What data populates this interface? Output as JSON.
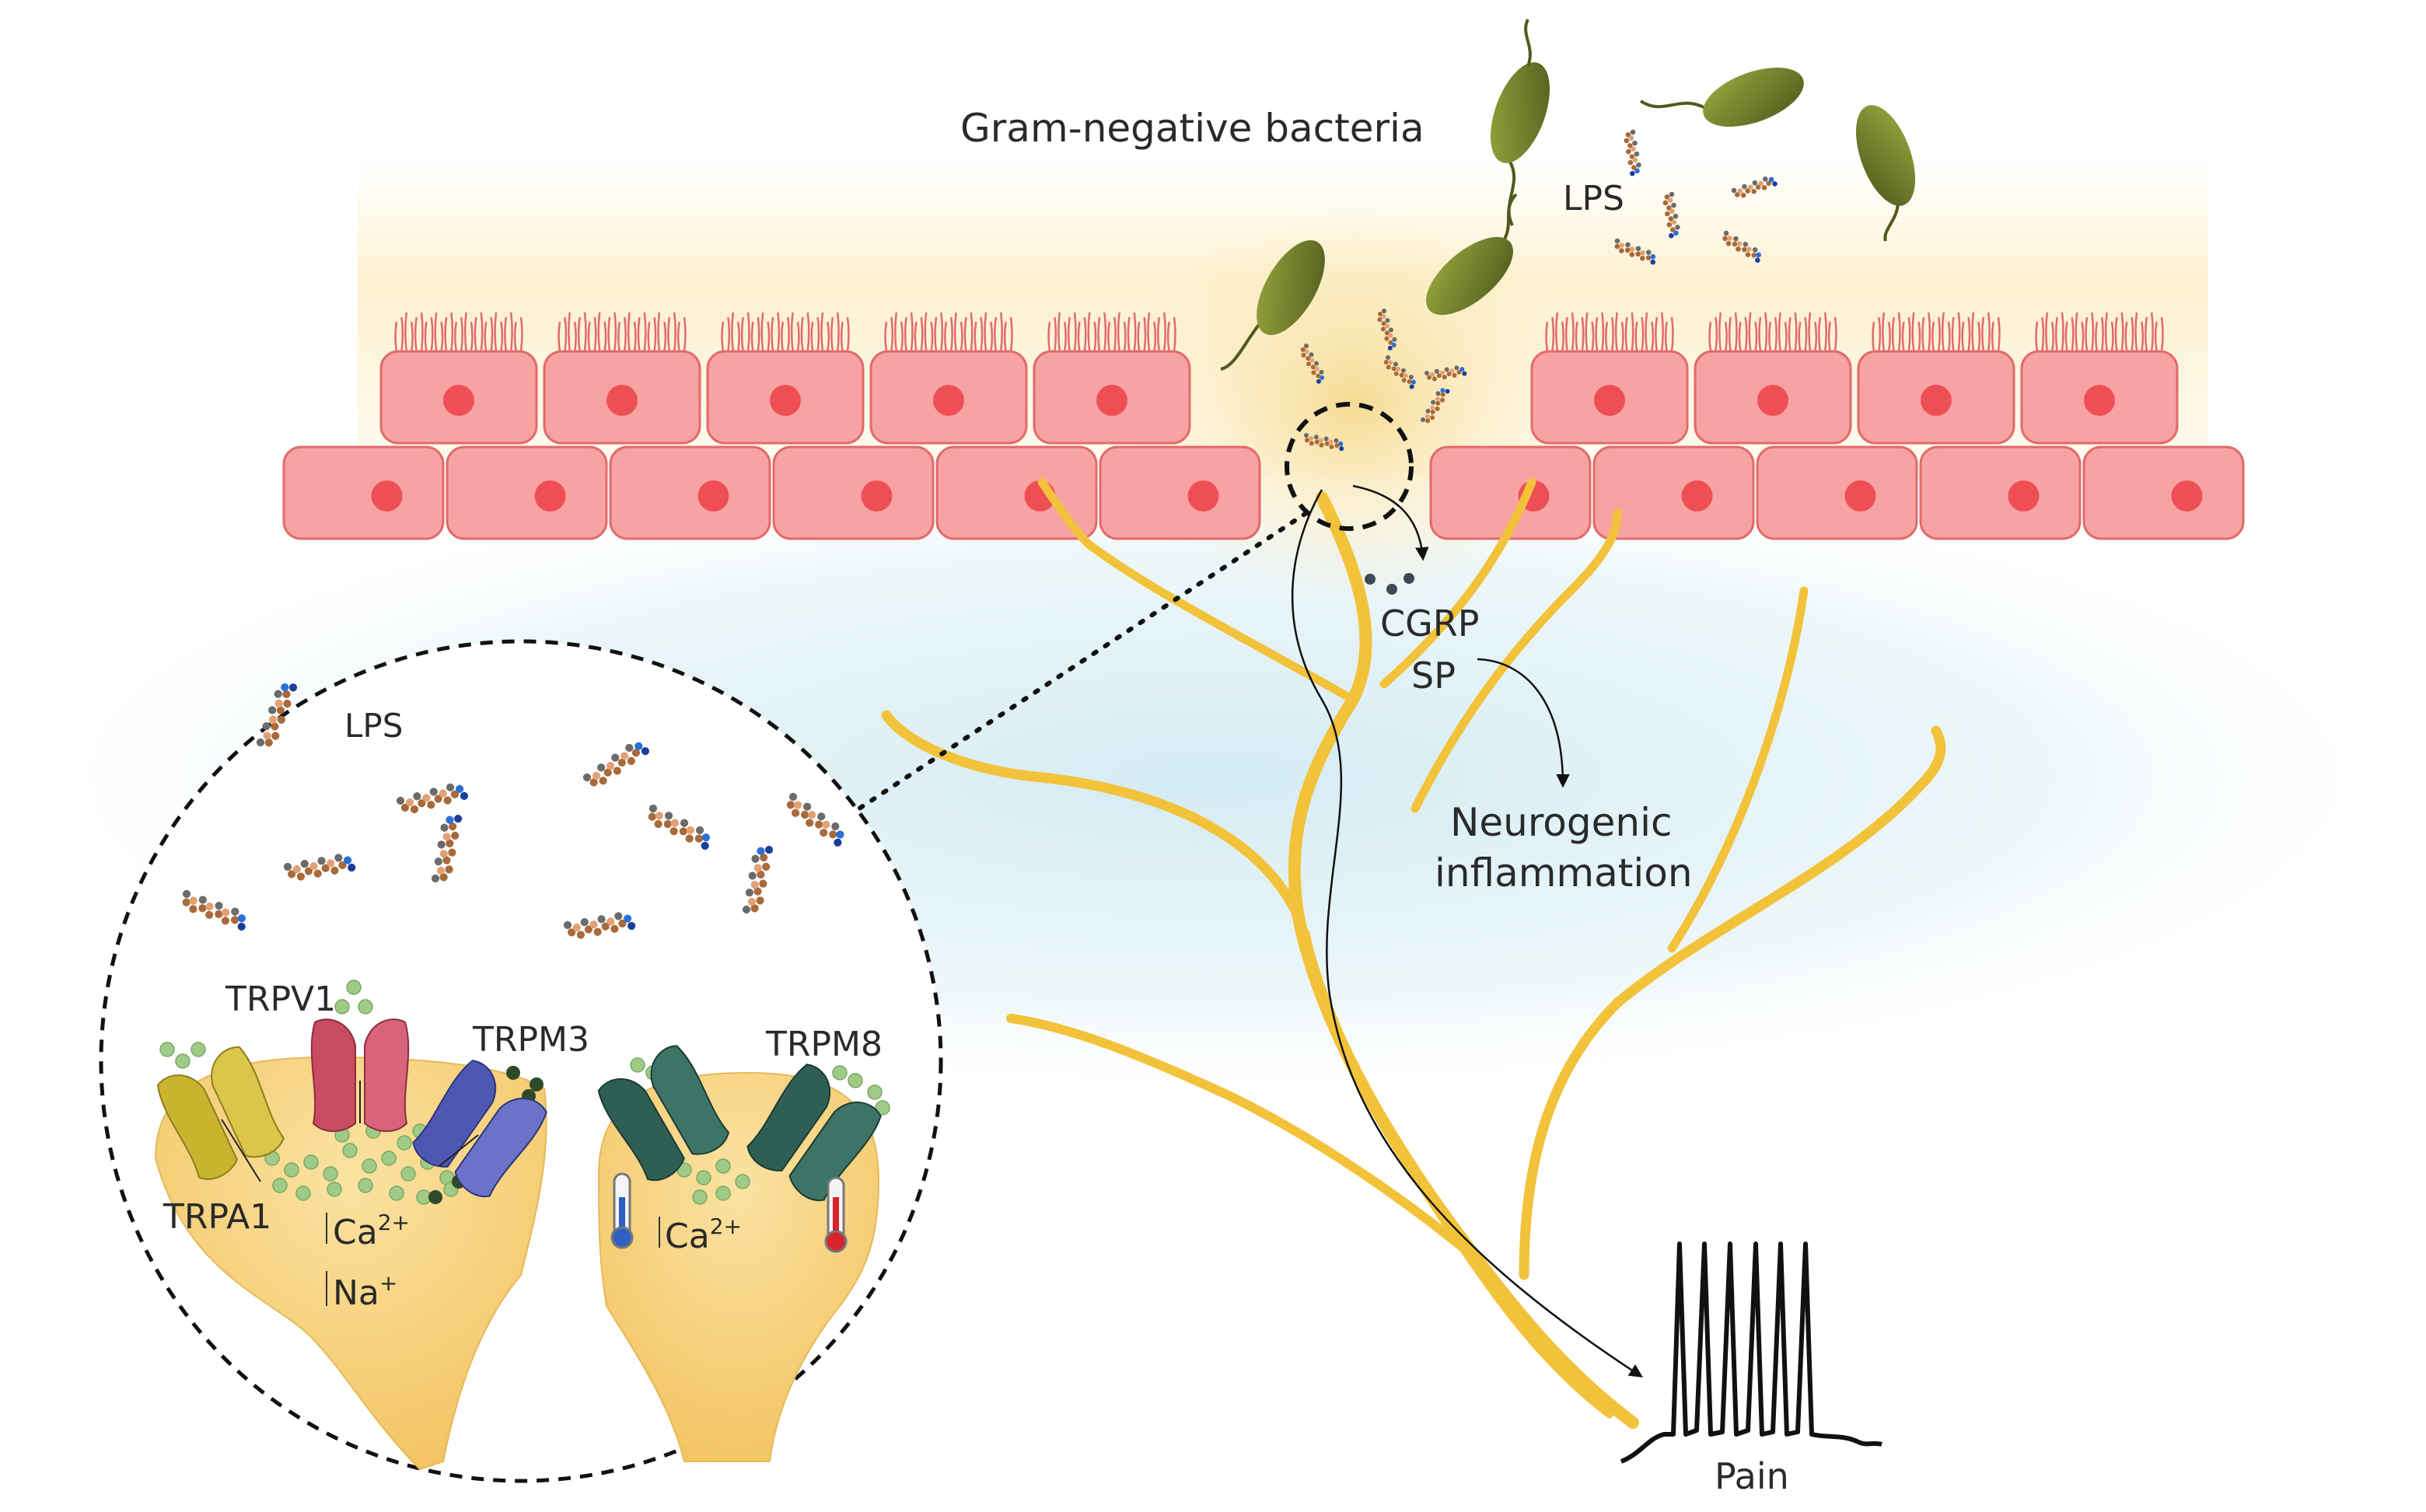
{
  "labels": {
    "bacteria": "Gram-negative bacteria",
    "lps_top": "LPS",
    "lps_zoom": "LPS",
    "cgrp": "CGRP",
    "sp": "SP",
    "neurogenic_1": "Neurogenic",
    "neurogenic_2": "inflammation",
    "pain": "Pain",
    "trpv1": "TRPV1",
    "trpm3": "TRPM3",
    "trpm8": "TRPM8",
    "trpa1": "TRPA1",
    "ca_left": "Ca",
    "ca_left_sup": "2+",
    "na_left": "Na",
    "na_left_sup": "+",
    "ca_right": "Ca",
    "ca_right_sup": "2+"
  },
  "colors": {
    "cell_fill": "#f7a3a3",
    "cell_stroke": "#e26a6a",
    "nucleus": "#ee4f55",
    "nerve": "#f2c23a",
    "bacteria": "#6f7d2a",
    "trpv1": "#c94b62",
    "trpm3": "#4f57b5",
    "trpm8": "#2f5e55",
    "trpa1": "#c9b42f",
    "ion": "#9fcb86"
  }
}
